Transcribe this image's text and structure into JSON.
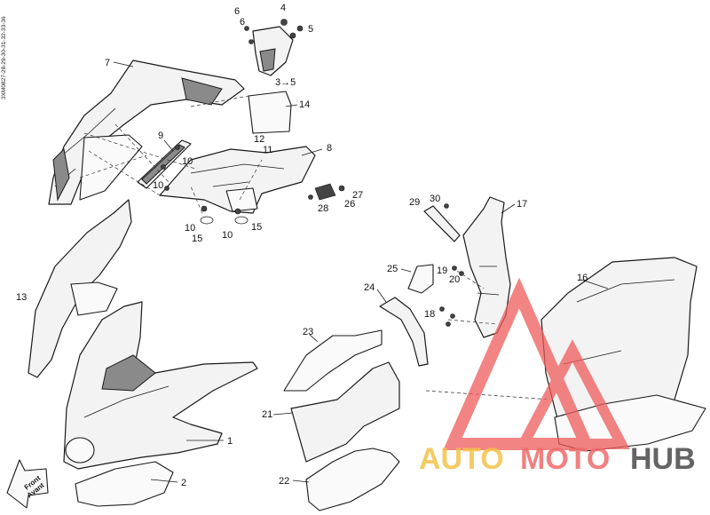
{
  "reference_code": "3XM0827-28-29-30-31-32-33-36",
  "front_arrow": {
    "line1": "Front",
    "line2": "Avant"
  },
  "callouts": [
    {
      "label": "1"
    },
    {
      "label": "2"
    },
    {
      "label": "3→5"
    },
    {
      "label": "4"
    },
    {
      "label": "5"
    },
    {
      "label": "6"
    },
    {
      "label": "6"
    },
    {
      "label": "7"
    },
    {
      "label": "8"
    },
    {
      "label": "9"
    },
    {
      "label": "10"
    },
    {
      "label": "10"
    },
    {
      "label": "10"
    },
    {
      "label": "10"
    },
    {
      "label": "11"
    },
    {
      "label": "12"
    },
    {
      "label": "13"
    },
    {
      "label": "14"
    },
    {
      "label": "15"
    },
    {
      "label": "15"
    },
    {
      "label": "16"
    },
    {
      "label": "17"
    },
    {
      "label": "18"
    },
    {
      "label": "19"
    },
    {
      "label": "20"
    },
    {
      "label": "21"
    },
    {
      "label": "22"
    },
    {
      "label": "23"
    },
    {
      "label": "24"
    },
    {
      "label": "25"
    },
    {
      "label": "26"
    },
    {
      "label": "27"
    },
    {
      "label": "28"
    },
    {
      "label": "29"
    },
    {
      "label": "30"
    }
  ],
  "watermark": {
    "auto": "AUTO",
    "moto": "MOTO",
    "hub": "HUB",
    "triangle_color": "#ef5b5b"
  }
}
